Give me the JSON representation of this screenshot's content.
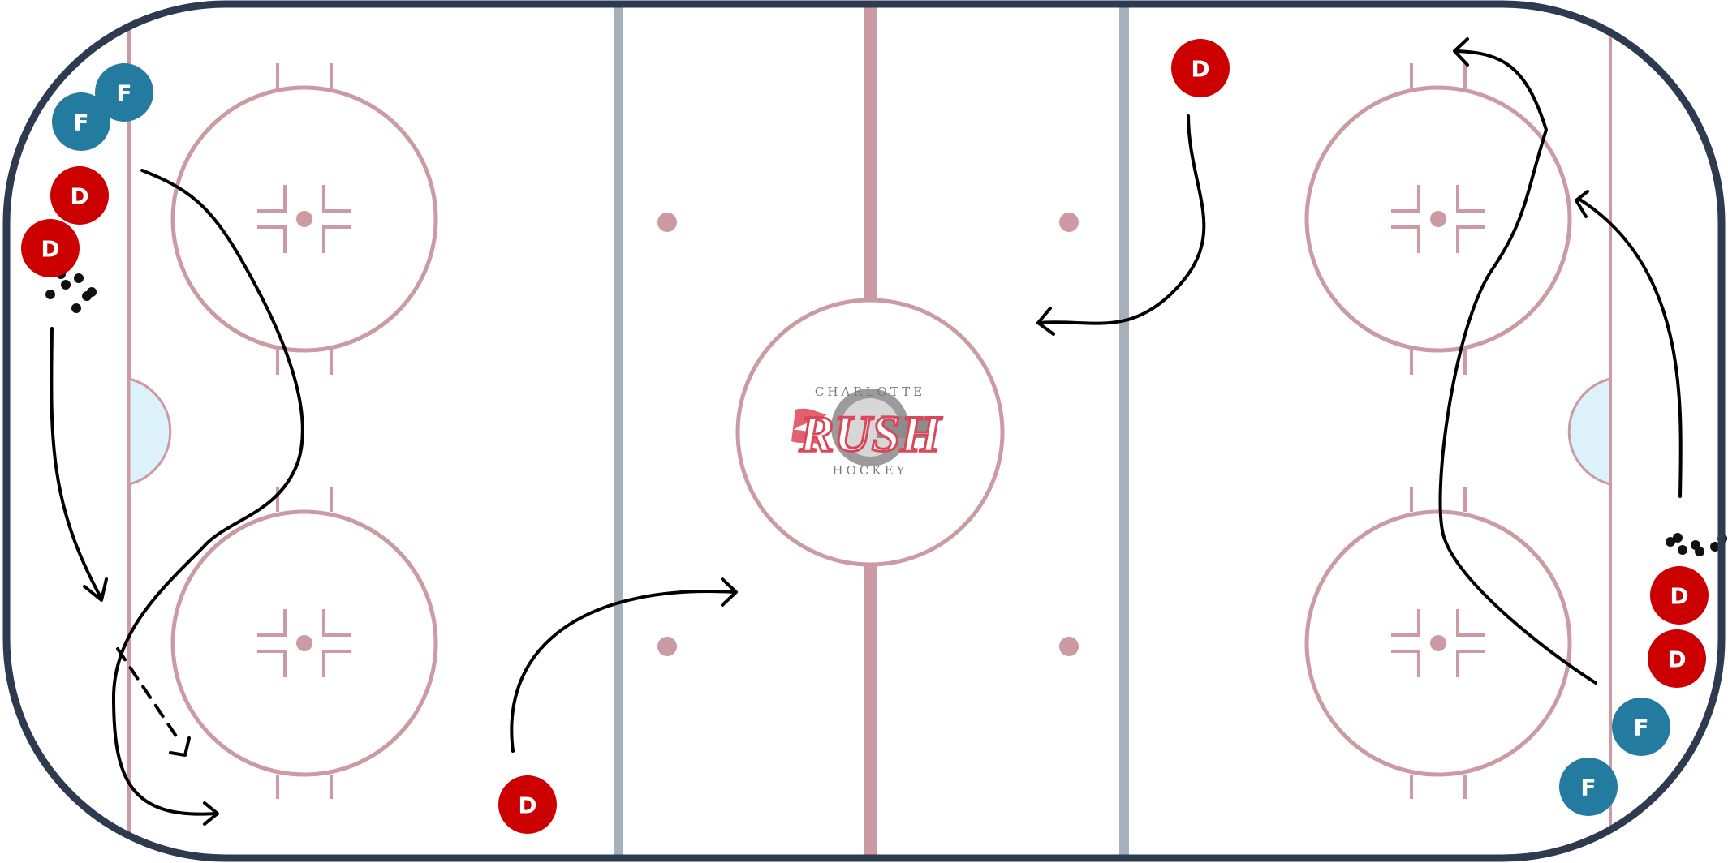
{
  "logo": {
    "top_text": "CHARLOTTE",
    "main_text": "RUSH",
    "bottom_text": "HOCKEY"
  },
  "colors": {
    "boards": "#2d3a4f",
    "red_lines": "#cc9aa3",
    "blue_lines": "#a6b0ba",
    "crease": "#dcf1f9",
    "defense": "#cc0000",
    "forward": "#237ba0",
    "puck": "#111111",
    "path": "#000000"
  },
  "players": [
    {
      "role": "F",
      "team": "forward"
    },
    {
      "role": "F",
      "team": "forward"
    },
    {
      "role": "D",
      "team": "defense"
    },
    {
      "role": "D",
      "team": "defense"
    },
    {
      "role": "D",
      "team": "defense"
    },
    {
      "role": "D",
      "team": "defense"
    },
    {
      "role": "D",
      "team": "defense"
    },
    {
      "role": "D",
      "team": "defense"
    },
    {
      "role": "F",
      "team": "forward"
    },
    {
      "role": "F",
      "team": "forward"
    }
  ]
}
